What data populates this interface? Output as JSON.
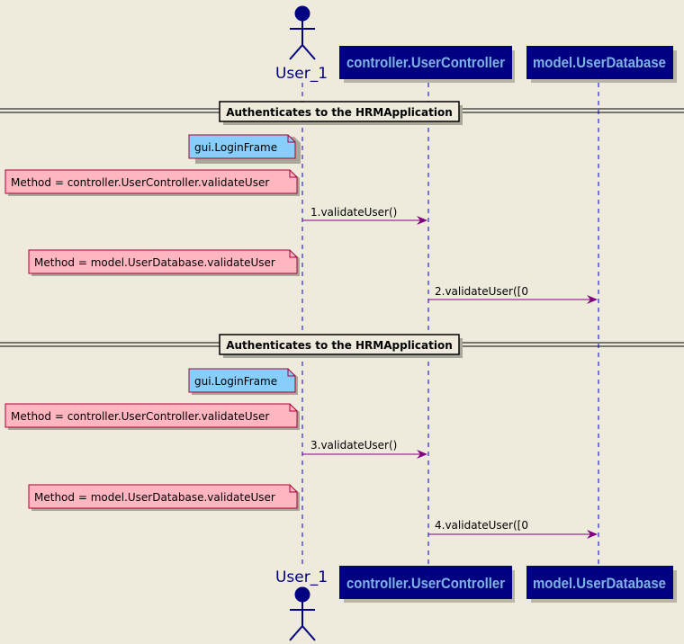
{
  "colors": {
    "background": "#EEEBDC",
    "participant_fill": "#000080",
    "participant_text": "#7FB2E5",
    "actor": "#000080",
    "lifeline": "#0000CC",
    "message": "#800080",
    "note_blue": "#87CEFA",
    "note_pink": "#FFB6C1"
  },
  "actor": {
    "name": "User_1",
    "icon": "actor-stick-figure-icon"
  },
  "participants": [
    {
      "id": "controller",
      "label": "controller.UserController"
    },
    {
      "id": "model",
      "label": "model.UserDatabase"
    }
  ],
  "sections": [
    {
      "divider": "Authenticates to the HRMApplication",
      "frame_note": "gui.LoginFrame",
      "steps": [
        {
          "note": "Method = controller.UserController.validateUser",
          "message": "1.validateUser()",
          "from": "User_1",
          "to": "controller.UserController"
        },
        {
          "note": "Method = model.UserDatabase.validateUser",
          "message": "2.validateUser([0",
          "from": "controller.UserController",
          "to": "model.UserDatabase"
        }
      ]
    },
    {
      "divider": "Authenticates to the HRMApplication",
      "frame_note": "gui.LoginFrame",
      "steps": [
        {
          "note": "Method = controller.UserController.validateUser",
          "message": "3.validateUser()",
          "from": "User_1",
          "to": "controller.UserController"
        },
        {
          "note": "Method = model.UserDatabase.validateUser",
          "message": "4.validateUser([0",
          "from": "controller.UserController",
          "to": "model.UserDatabase"
        }
      ]
    }
  ]
}
